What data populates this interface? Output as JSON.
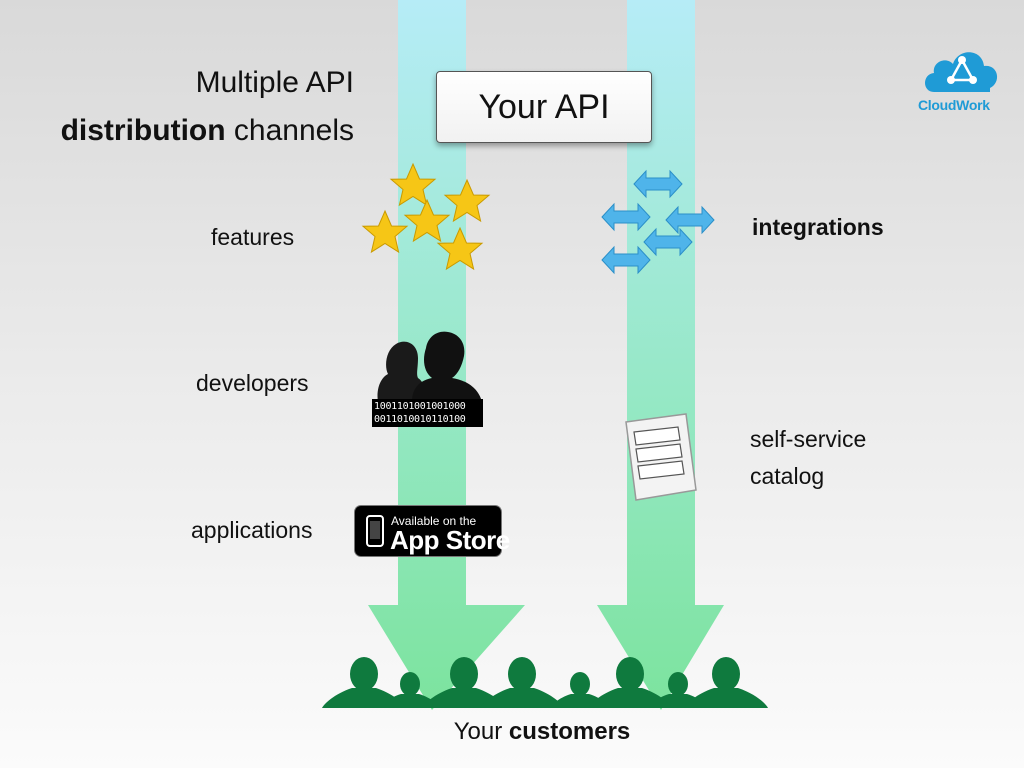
{
  "title": {
    "line1": "Multiple API",
    "line2_bold": "distribution",
    "line2_rest": " channels"
  },
  "api_box": "Your API",
  "left_labels": {
    "features": "features",
    "developers": "developers",
    "applications": "applications"
  },
  "right_labels": {
    "integrations": "integrations",
    "self_service_line1": "self-service",
    "self_service_line2": "catalog"
  },
  "binary": {
    "line1": "1001101001001000",
    "line2": "0011010010110100"
  },
  "app_store": {
    "small": "Available on the",
    "big": "App Store"
  },
  "customers": {
    "prefix": "Your ",
    "bold": "customers"
  },
  "logo": {
    "text": "CloudWork"
  },
  "icons": [
    "star-icon",
    "bidirectional-arrow-icon",
    "developer-silhouette-icon",
    "document-form-icon",
    "apple-phone-icon",
    "customer-crowd-icon",
    "cloudwork-logo-icon"
  ],
  "colors": {
    "stream_top": "#b7ecf5",
    "stream_bottom": "#7fe3a0",
    "crowd": "#0f7a3e",
    "star": "#f6c616",
    "arrow": "#4fb4ea",
    "logo": "#1f9bd6"
  }
}
